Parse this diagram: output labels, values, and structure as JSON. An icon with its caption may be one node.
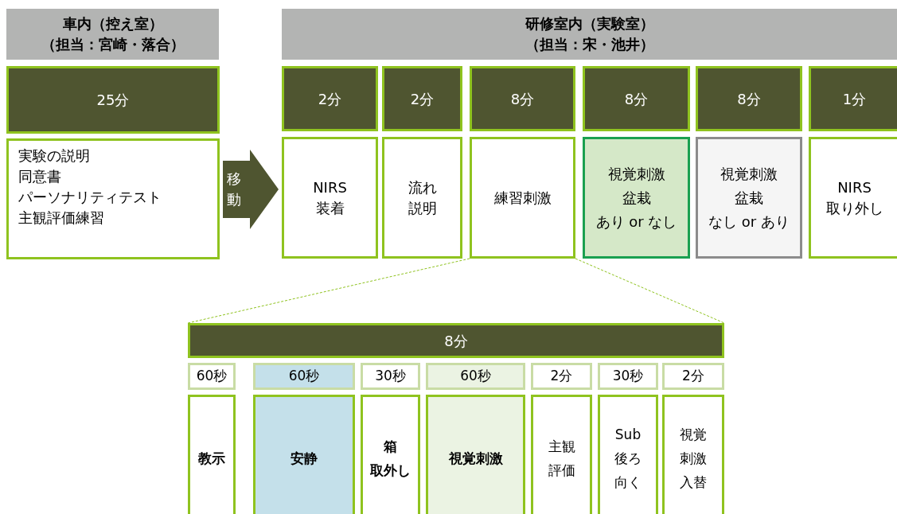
{
  "diagram": {
    "nodes": [
      {
        "text": [
          "車内（控え室）",
          "（担当：宮崎・落合）"
        ]
      },
      {
        "text": [
          "研修室内（実験室）",
          "（担当：宋・池井）"
        ]
      },
      {
        "text": [
          "25分"
        ]
      },
      {
        "text": [
          "実験の説明",
          "同意書",
          "パーソナリティテスト",
          "主観評価練習"
        ]
      },
      {
        "text": [
          "2分"
        ]
      },
      {
        "text": [
          "NIRS",
          "装着"
        ]
      },
      {
        "text": [
          "2分"
        ]
      },
      {
        "text": [
          "流れ",
          "説明"
        ]
      },
      {
        "text": [
          "8分"
        ]
      },
      {
        "text": [
          "練習刺激"
        ]
      },
      {
        "text": [
          "8分"
        ]
      },
      {
        "text": [
          "視覚刺激",
          "盆栽",
          "あり or なし"
        ]
      },
      {
        "text": [
          "8分"
        ]
      },
      {
        "text": [
          "視覚刺激",
          "盆栽",
          "なし or あり"
        ]
      },
      {
        "text": [
          "1分"
        ]
      },
      {
        "text": [
          "NIRS",
          "取り外し"
        ]
      },
      {
        "text": [
          "8分"
        ]
      },
      {
        "text": [
          "60秒"
        ]
      },
      {
        "text": [
          "教示"
        ]
      },
      {
        "text": [
          "60秒"
        ]
      },
      {
        "text": [
          "安静"
        ]
      },
      {
        "text": [
          "30秒"
        ]
      },
      {
        "text": [
          "箱",
          "取外し"
        ]
      },
      {
        "text": [
          "60秒"
        ]
      },
      {
        "text": [
          "視覚刺激"
        ]
      },
      {
        "text": [
          "2分"
        ]
      },
      {
        "text": [
          "主観",
          "評価"
        ]
      },
      {
        "text": [
          "30秒"
        ]
      },
      {
        "text": [
          "Sub",
          "後ろ",
          "向く"
        ]
      },
      {
        "text": [
          "2分"
        ]
      },
      {
        "text": [
          "視覚",
          "刺激",
          "入替"
        ]
      }
    ],
    "edges": [
      {
        "from": 3,
        "to": 5,
        "arrow": "to",
        "label": "移動",
        "style": "thick",
        "color": "#4f5530"
      },
      {
        "from": 9,
        "to": 16,
        "arrow": "none",
        "style": "dashed"
      },
      {
        "from": 9,
        "to": 16,
        "arrow": "none",
        "style": "dashed"
      }
    ]
  }
}
